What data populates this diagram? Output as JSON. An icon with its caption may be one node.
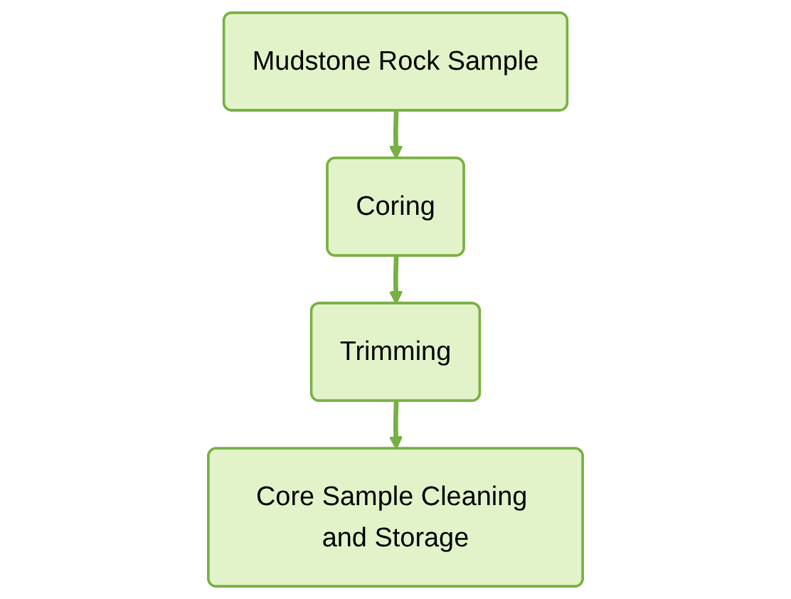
{
  "diagram": {
    "nodes": [
      {
        "text": [
          "Mudstone Rock Sample"
        ]
      },
      {
        "text": [
          "Coring"
        ]
      },
      {
        "text": [
          "Trimming"
        ]
      },
      {
        "text": [
          "Core Sample Cleaning and Storage"
        ]
      }
    ],
    "edges": [
      {
        "from": 0,
        "to": 1,
        "arrow": "to"
      },
      {
        "from": 1,
        "to": 2,
        "arrow": "to"
      },
      {
        "from": 2,
        "to": 3,
        "arrow": "to"
      }
    ]
  }
}
